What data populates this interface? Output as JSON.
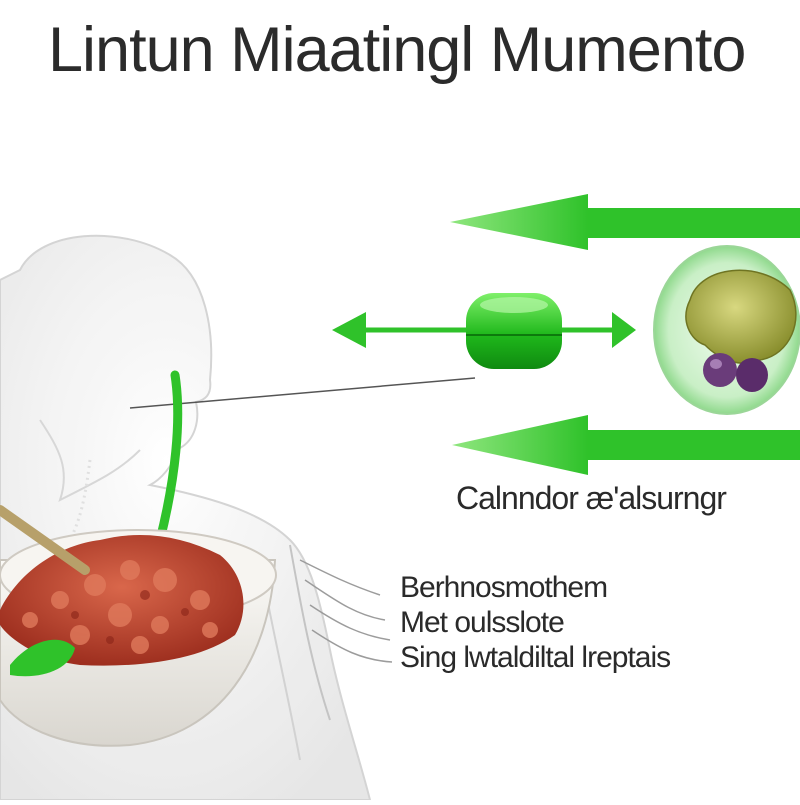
{
  "title": "Lintun Miaatingl Mumento",
  "right_label": "Calnndor æ'alsurngr",
  "list": [
    "Berhnosmothem",
    "Met oulsslote",
    "Sing lwtaldiltal lreptais"
  ],
  "colors": {
    "arrow_green": "#2fc22a",
    "arrow_green_light": "#8fe67e",
    "bowl": "#f3f1ed",
    "meat": "#c24a35",
    "body_outline": "#cfcfcf",
    "text": "#2a2a2a"
  },
  "icons": [
    "human-silhouette",
    "food-bowl",
    "meat",
    "spoon",
    "green-capsule",
    "cell-orb",
    "arrow-left",
    "arrow-right"
  ]
}
